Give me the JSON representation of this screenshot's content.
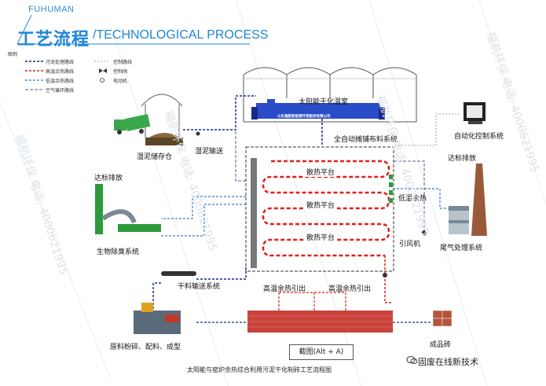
{
  "header": {
    "brand_en": "FUHUMAN",
    "title_cn": "工艺流程",
    "title_en": "/TECHNOLOGICAL PROCESS"
  },
  "legend": {
    "title": "图例",
    "items": [
      "污泥处理路线",
      "高温余热路线",
      "低温余热路线",
      "空气循环路线",
      "控制路线",
      "控制阀",
      "电动机"
    ]
  },
  "labels": {
    "sludge_storage": "湿泥储存仓",
    "wet_sludge_transport": "湿泥输送",
    "greenhouse": "太阳能干化温室",
    "company_banner": "山东福航新能源环保股份有限公司",
    "auto_spreading": "全自动摊铺布料系统",
    "auto_control": "自动化控制系统",
    "emission_top_left": "达标排放",
    "emission_top_right": "达标排放",
    "heat_platform_1": "散热平台",
    "heat_platform_2": "散热平台",
    "heat_platform_3": "散热平台",
    "low_temp_heat": "低温余热",
    "induced_fan": "引风机",
    "tail_gas": "尾气处理系统",
    "bio_deodor": "生物除臭系统",
    "dry_transport": "干料输送系统",
    "high_heat_1": "高温余热引出",
    "high_heat_2": "高温余热引出",
    "raw_material": "原料粉碎、配料、成型",
    "finished_brick": "成品砖"
  },
  "capture_button": "截图(Alt + A)",
  "caption": "太阳能与窑炉余热综合利用污泥干化制砖工艺流程图",
  "watermark": {
    "text": "福航环保 电话: 4000621995",
    "color": "#c9d4dd"
  },
  "wechat_label": "固废在线新技术",
  "colors": {
    "sludge_line": "#1a2a8a",
    "high_heat_line": "#e02020",
    "low_heat_line": "#3a7ac8",
    "brand": "#1f86d6",
    "green_equipment": "#2e9a3a",
    "kiln": "#c9433a"
  }
}
